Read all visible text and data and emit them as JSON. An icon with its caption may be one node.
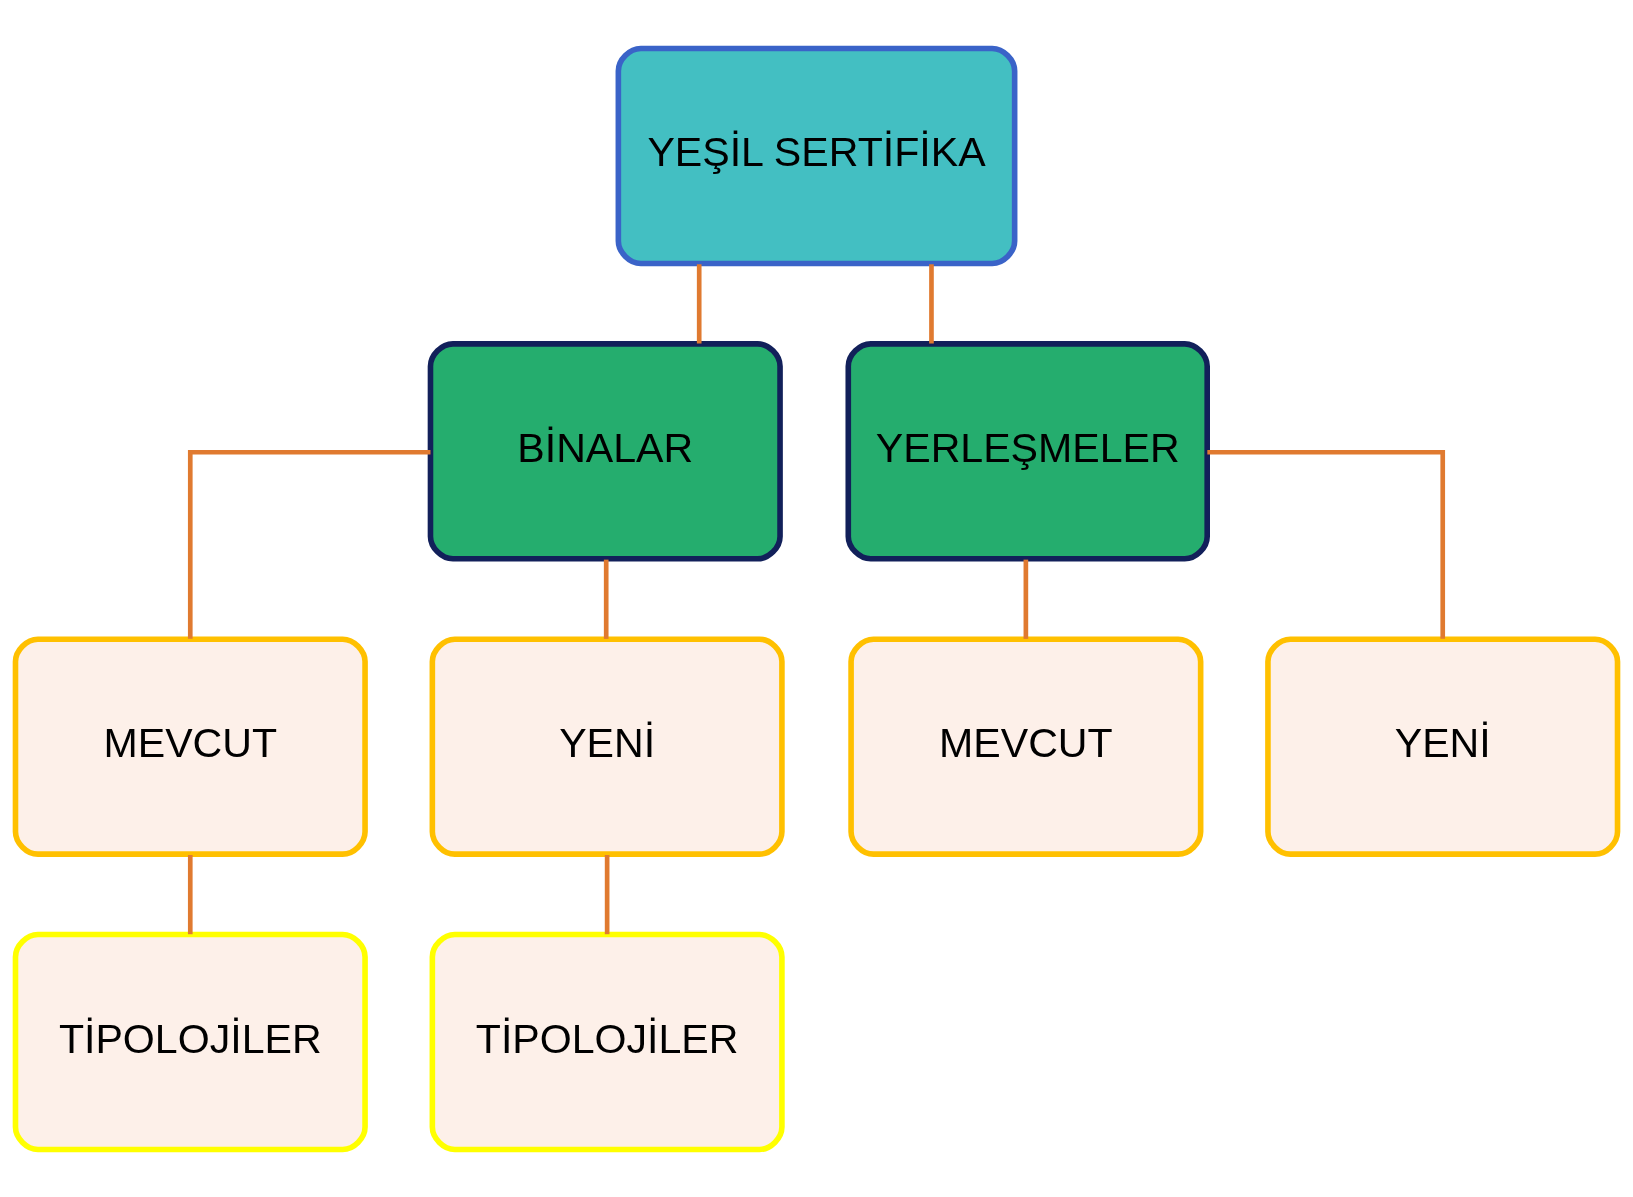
{
  "diagram": {
    "nodes": [
      {
        "text": [
          "YEŞİL SERTİFİKA"
        ]
      },
      {
        "text": [
          "BİNALAR"
        ]
      },
      {
        "text": [
          "YERLEŞMELER"
        ]
      },
      {
        "text": [
          "MEVCUT"
        ]
      },
      {
        "text": [
          "YENİ"
        ]
      },
      {
        "text": [
          "MEVCUT"
        ]
      },
      {
        "text": [
          "YENİ"
        ]
      },
      {
        "text": [
          "TİPOLOJİLER"
        ]
      },
      {
        "text": [
          "TİPOLOJİLER"
        ]
      }
    ],
    "edges": [
      {
        "from": 0,
        "to": 1,
        "arrow": "none"
      },
      {
        "from": 0,
        "to": 2,
        "arrow": "none"
      },
      {
        "from": 1,
        "to": 3,
        "arrow": "none"
      },
      {
        "from": 1,
        "to": 4,
        "arrow": "none"
      },
      {
        "from": 2,
        "to": 5,
        "arrow": "none"
      },
      {
        "from": 2,
        "to": 6,
        "arrow": "none"
      },
      {
        "from": 3,
        "to": 7,
        "arrow": "none"
      },
      {
        "from": 4,
        "to": 8,
        "arrow": "none"
      }
    ]
  }
}
